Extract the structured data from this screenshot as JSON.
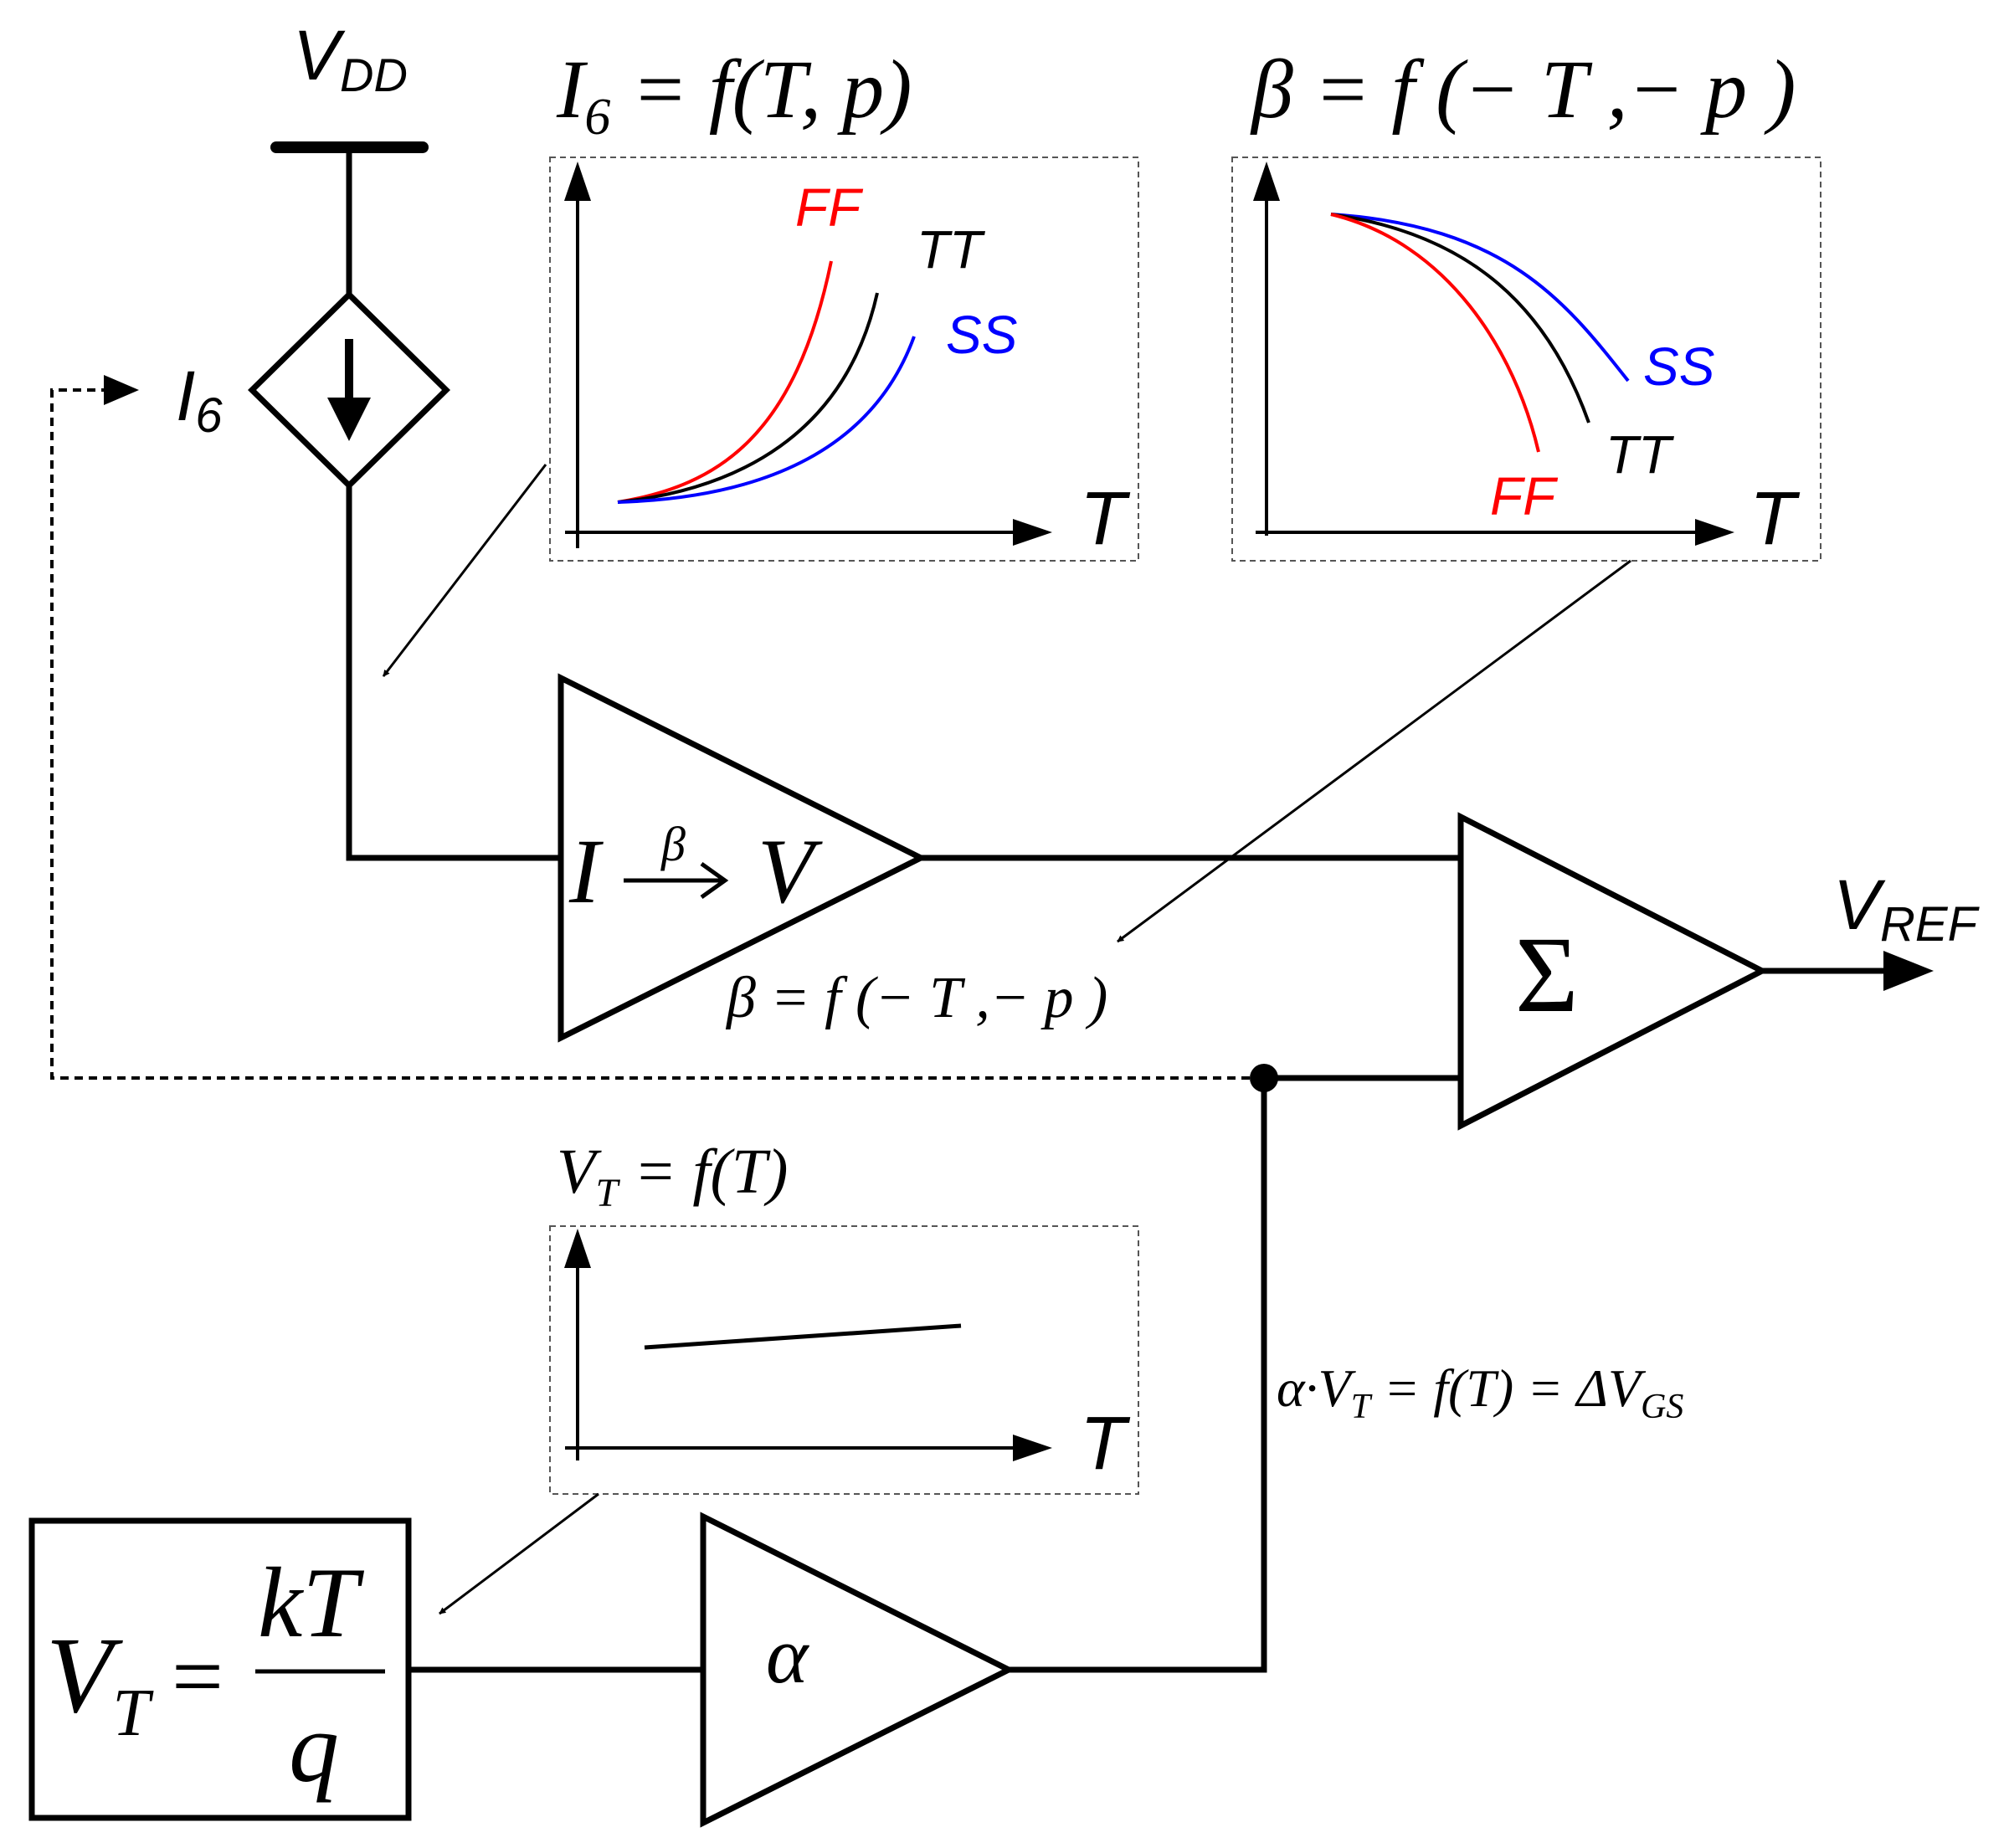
{
  "supply": {
    "v": "V",
    "sub": "DD"
  },
  "source_label": {
    "i": "I",
    "sub": "6"
  },
  "chart_i6": {
    "title_pre": "I",
    "title_sub": "6",
    "title_post": " = f(T, p)",
    "x_label": "T",
    "curves": [
      {
        "name": "FF",
        "color": "#ff0000"
      },
      {
        "name": "TT",
        "color": "#000000"
      },
      {
        "name": "SS",
        "color": "#0000ff"
      }
    ]
  },
  "chart_beta": {
    "title": "β = f (− T ,− p )",
    "x_label": "T",
    "curves": [
      {
        "name": "SS",
        "color": "#0000ff"
      },
      {
        "name": "TT",
        "color": "#000000"
      },
      {
        "name": "FF",
        "color": "#ff0000"
      }
    ]
  },
  "chart_vt": {
    "title_pre": "V",
    "title_sub": "T",
    "title_post": " = f(T)",
    "x_label": "T"
  },
  "iv_block": {
    "in": "I",
    "gain": "β",
    "out": "V"
  },
  "iv_note": "β = f (− T ,− p )",
  "sum_block": {
    "symbol": "Σ"
  },
  "output": {
    "v": "V",
    "sub": "REF"
  },
  "alpha_block": {
    "symbol": "α"
  },
  "vt_box": {
    "lhs": "V",
    "lhs_sub": "T",
    "eq": "=",
    "num": "kT",
    "den": "q"
  },
  "alpha_note": {
    "pre": "α·V",
    "sub1": "T",
    "mid": " = f(T) = ΔV",
    "sub2": "GS"
  }
}
